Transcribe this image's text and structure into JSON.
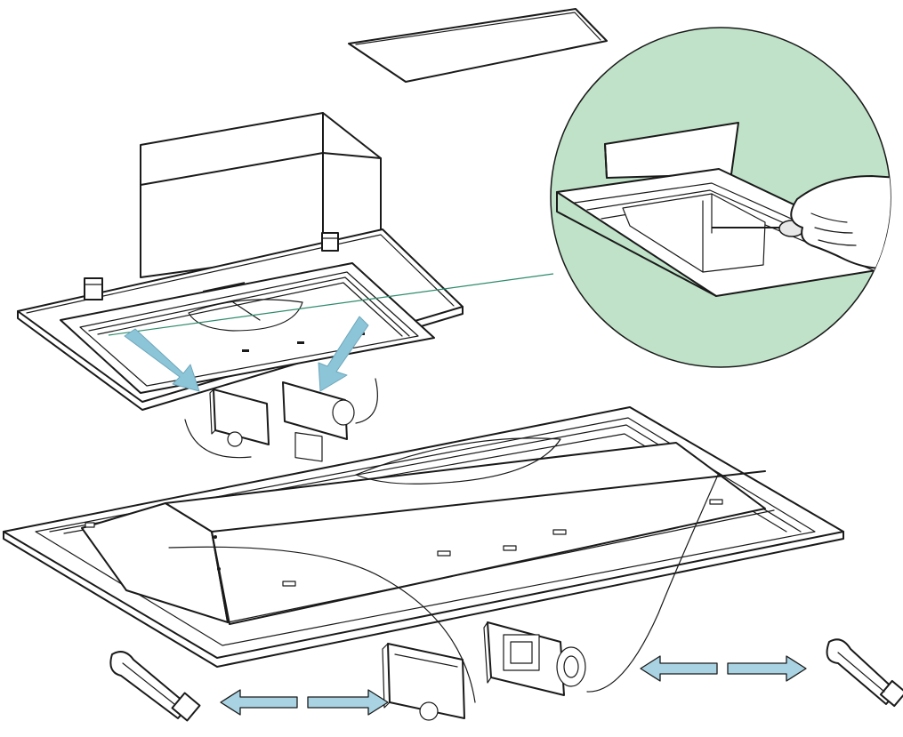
{
  "diagram": {
    "colors": {
      "detail_background": "#bfe2c8",
      "arrow_fill": "#a9d3e2",
      "arrow_fill_large": "#8cc4d8",
      "leader_line": "#2e8b6e",
      "line_art": "#1a1a1a"
    },
    "components": [
      "filter-panel",
      "hood-unit",
      "detail-magnifier",
      "hood-bottom-frame",
      "bulb-left",
      "bulb-right",
      "lamp-holder-plate",
      "lamp-socket-bracket"
    ]
  }
}
